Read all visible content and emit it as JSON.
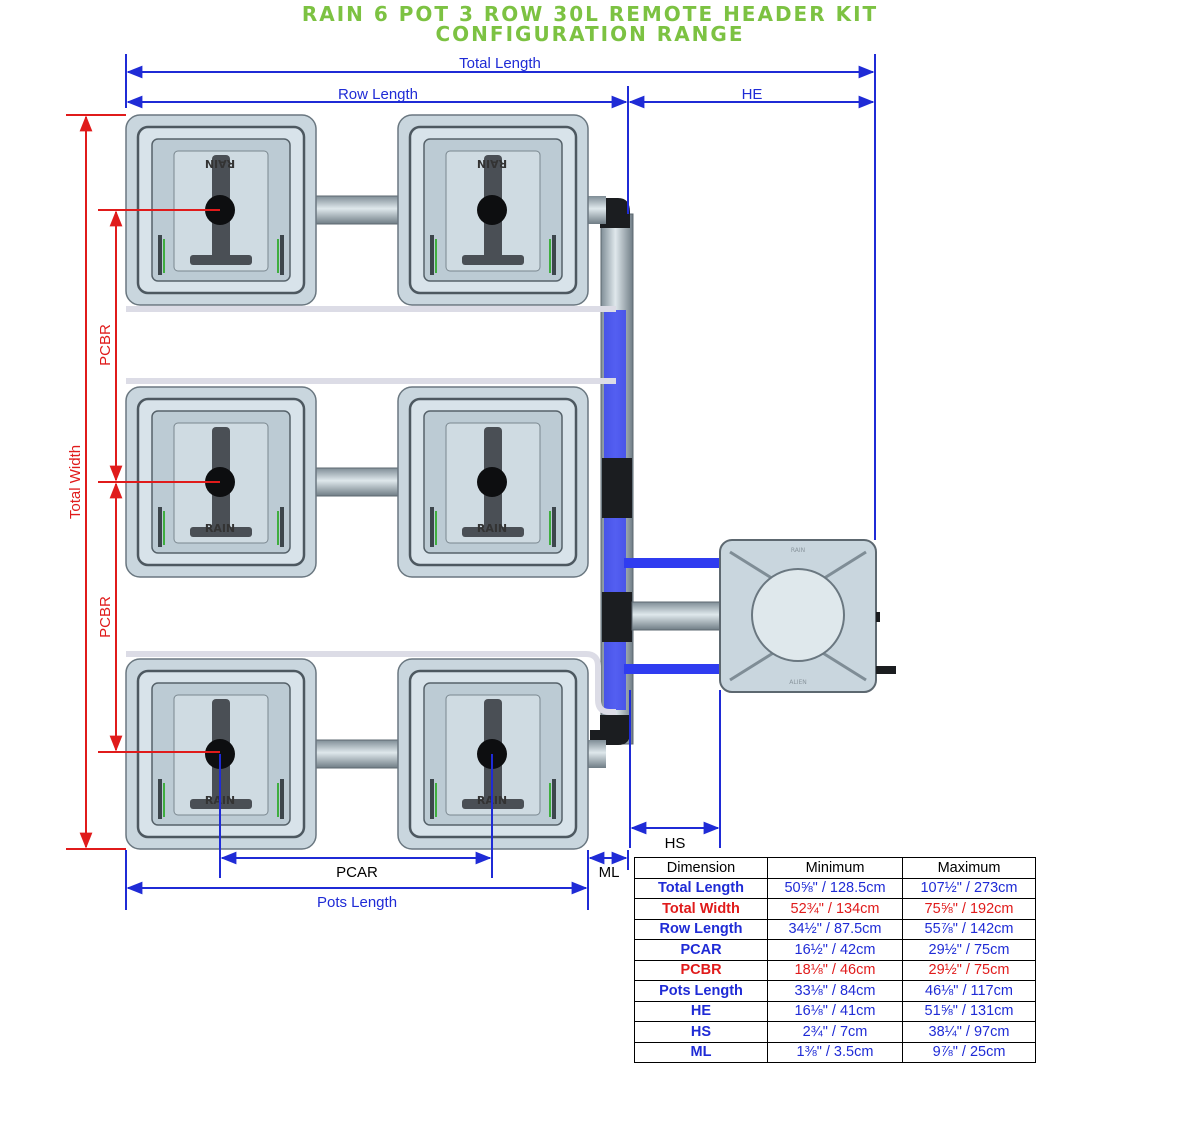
{
  "title": {
    "line1": "RAIN 6 POT 3 ROW 30L REMOTE HEADER KIT",
    "line2": "CONFIGURATION RANGE"
  },
  "labels": {
    "total_length": "Total Length",
    "row_length": "Row Length",
    "he": "HE",
    "total_width": "Total Width",
    "pcbr_top": "PCBR",
    "pcbr_bottom": "PCBR",
    "hs": "HS",
    "pcar": "PCAR",
    "ml": "ML",
    "pots_length": "Pots Length",
    "pot_brand": "RAIN",
    "reservoir_brand_top": "RAIN",
    "reservoir_brand_bottom": "ALIEN"
  },
  "colors": {
    "title_green": "#7cc242",
    "dimension_blue": "#1f2bd6",
    "dimension_red": "#e01b1b",
    "pot_fill": "#c9d6de",
    "hose_blue": "#2f3cf0"
  },
  "table": {
    "headers": [
      "Dimension",
      "Minimum",
      "Maximum"
    ],
    "rows": [
      {
        "name": "Total Length",
        "min": "50⅝\" / 128.5cm",
        "max": "107½\" / 273cm",
        "color": "blue"
      },
      {
        "name": "Total Width",
        "min": "52¾\" / 134cm",
        "max": "75⅝\" / 192cm",
        "color": "red"
      },
      {
        "name": "Row Length",
        "min": "34½\" / 87.5cm",
        "max": "55⅞\" / 142cm",
        "color": "blue"
      },
      {
        "name": "PCAR",
        "min": "16½\" / 42cm",
        "max": "29½\" / 75cm",
        "color": "blue"
      },
      {
        "name": "PCBR",
        "min": "18⅛\" / 46cm",
        "max": "29½\" / 75cm",
        "color": "red"
      },
      {
        "name": "Pots Length",
        "min": "33⅛\" / 84cm",
        "max": "46⅛\" / 117cm",
        "color": "blue"
      },
      {
        "name": "HE",
        "min": "16⅛\" / 41cm",
        "max": "51⅝\" / 131cm",
        "color": "blue"
      },
      {
        "name": "HS",
        "min": "2¾\" / 7cm",
        "max": "38¼\" / 97cm",
        "color": "blue"
      },
      {
        "name": "ML",
        "min": "1⅜\" / 3.5cm",
        "max": "9⅞\" / 25cm",
        "color": "blue"
      }
    ]
  }
}
